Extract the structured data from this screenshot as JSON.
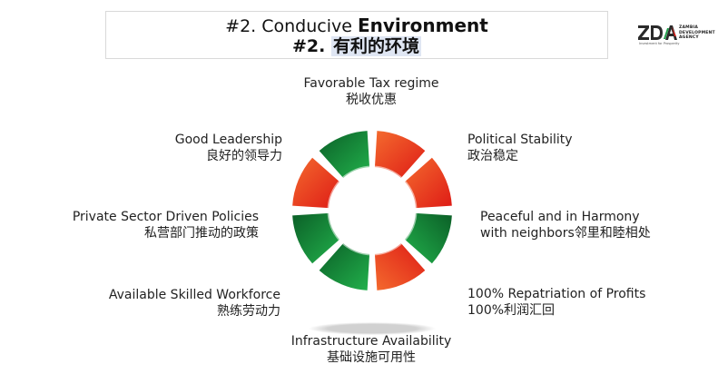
{
  "title": {
    "line1_prefix": "#2. Conducive ",
    "line1_bold": "Environment",
    "line2_prefix": "#2. ",
    "line2_highlight": "有利的环境"
  },
  "logo": {
    "mark": "ZDA",
    "name_line1": "ZAMBIA",
    "name_line2": "DEVELOPMENT",
    "name_line3": "AGENCY",
    "tagline": "Investment for Prosperity"
  },
  "factors": [
    {
      "en": "Favorable Tax regime",
      "zh": "税收优惠"
    },
    {
      "en": "Political Stability",
      "zh": "政治稳定"
    },
    {
      "en": "Peaceful and in Harmony",
      "zh": "with neighbors邻里和睦相处"
    },
    {
      "en": "100% Repatriation of Profits",
      "zh": "100%利润汇回"
    },
    {
      "en": "Infrastructure Availability",
      "zh": "基础设施可用性"
    },
    {
      "en": "Available Skilled Workforce",
      "zh": "熟练劳动力"
    },
    {
      "en": "Private Sector Driven Policies",
      "zh": "私营部门推动的政策"
    },
    {
      "en": "Good Leadership",
      "zh": "良好的领导力"
    }
  ],
  "colors": {
    "green_dark": "#0b6a2c",
    "green_light": "#20b34e",
    "red": "#e3221b",
    "orange": "#f86a2a"
  }
}
